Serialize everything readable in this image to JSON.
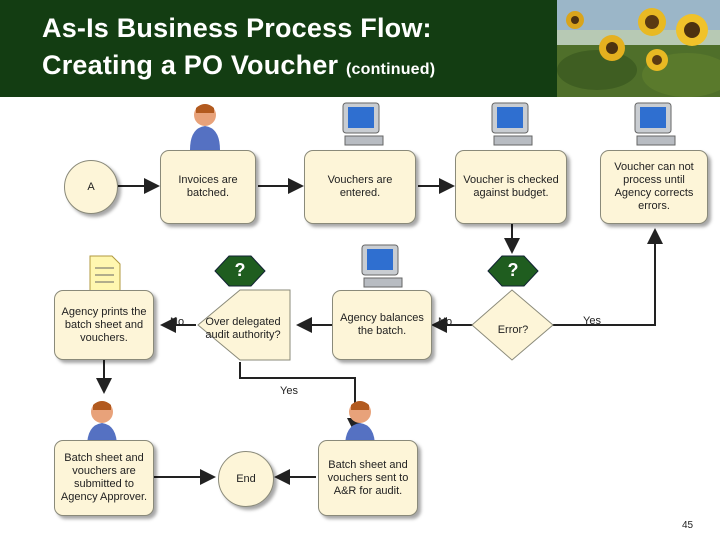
{
  "title": {
    "line1": "As-Is Business Process Flow:",
    "line2": "Creating a PO Voucher",
    "suffix": "(continued)"
  },
  "nodes": {
    "connector_a": "A",
    "invoices_batched": "Invoices are batched.",
    "vouchers_entered": "Vouchers are entered.",
    "voucher_checked": "Voucher is checked against budget.",
    "voucher_cannot_process": "Voucher can not process until Agency corrects errors.",
    "agency_prints": "Agency prints the batch sheet and vouchers.",
    "over_delegated": "Over delegated audit authority?",
    "agency_balances": "Agency balances the batch.",
    "error": "Error?",
    "submitted_to_approver": "Batch sheet and vouchers are submitted to Agency Approver.",
    "end": "End",
    "sent_to_ar": "Batch sheet and vouchers sent to A&R for audit."
  },
  "decisions": {
    "q1": "?",
    "q2": "?"
  },
  "edge_labels": {
    "no_1": "No",
    "no_2": "No",
    "yes_1": "Yes",
    "yes_2": "Yes"
  },
  "icons": [
    "person-icon",
    "computer-icon",
    "document-icon",
    "sunflower-photo"
  ],
  "colors": {
    "header_bg": "#133d12",
    "box_fill": "#fdf5d8",
    "decision_fill": "#1f5d1f",
    "connector": "#222222"
  },
  "page_number": "45"
}
